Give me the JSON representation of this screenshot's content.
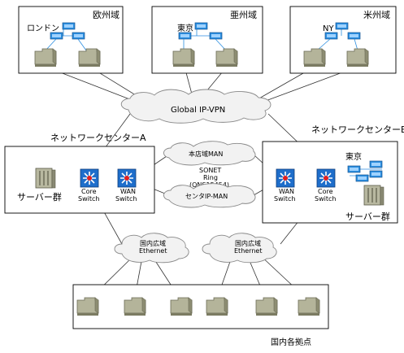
{
  "regions": {
    "europe": "欧州域",
    "asia": "亜州域",
    "america": "米州域"
  },
  "cities": {
    "london": "ロンドン",
    "tokyo": "東京",
    "ny": "NY",
    "tokyo_b": "東京"
  },
  "clouds": {
    "vpn": "Global IP-VPN",
    "main_man": "本店域MAN",
    "sonet_line1": "SONET",
    "sonet_line2": "Ring",
    "sonet_line3": "(ONS15454)",
    "center_man": "センタIP-MAN",
    "eth1_line1": "国内広域",
    "eth1_line2": "Ethernet",
    "eth2_line1": "国内広域",
    "eth2_line2": "Ethernet"
  },
  "centers": {
    "a_title": "ネットワークセンターA",
    "b_title": "ネットワークセンターB",
    "servers_label": "サーバー群"
  },
  "switches": {
    "core_line1": "Core",
    "core_line2": "Switch",
    "wan_line1": "WAN",
    "wan_line2": "Switch"
  },
  "domestic": {
    "label": "国内各拠点"
  }
}
